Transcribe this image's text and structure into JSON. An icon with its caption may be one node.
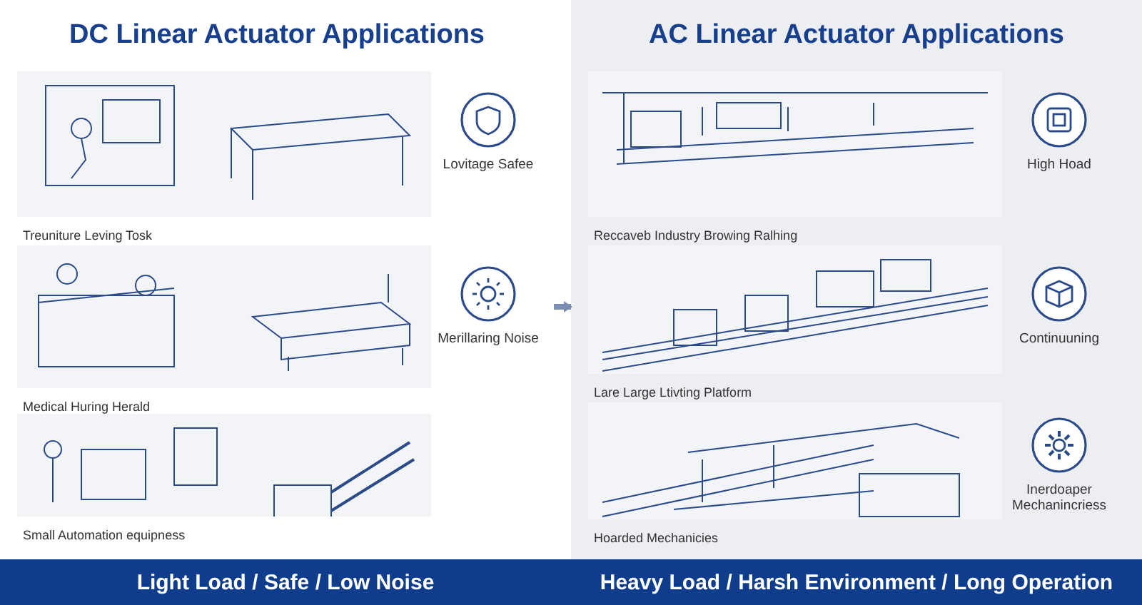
{
  "diagram": {
    "nodes": [
      {
        "text": [
          "DC Linear Actuator Applications"
        ]
      },
      {
        "text": [
          "Treuniture Leving Tosk"
        ],
        "in": 0
      },
      {
        "text": [
          "Lovitage Safee"
        ],
        "in": 0
      },
      {
        "text": [
          "Medical Huring Herald"
        ],
        "in": 0
      },
      {
        "text": [
          "Merillaring Noise"
        ],
        "in": 0
      },
      {
        "text": [
          "Small Automation equipness"
        ],
        "in": 0
      },
      {
        "text": [
          "Light Load / Safe / Low Noise"
        ]
      },
      {
        "text": [
          "AC Linear Actuator Applications"
        ]
      },
      {
        "text": [
          "Reccaveb Industry Browing Ralhing"
        ],
        "in": 7
      },
      {
        "text": [
          "High Hoad"
        ],
        "in": 7
      },
      {
        "text": [
          "Lare Large Ltivting Platform"
        ],
        "in": 7
      },
      {
        "text": [
          "Continuuning"
        ],
        "in": 7
      },
      {
        "text": [
          "Hoarded Mechanicies"
        ],
        "in": 7
      },
      {
        "text": [
          "Inerdoaper Mechanincriess"
        ],
        "in": 7
      },
      {
        "text": [
          "Heavy Load / Harsh Environment / Long Operation"
        ]
      }
    ],
    "edges": [
      {
        "from": 0,
        "to": 7,
        "arrow": "to"
      }
    ]
  }
}
